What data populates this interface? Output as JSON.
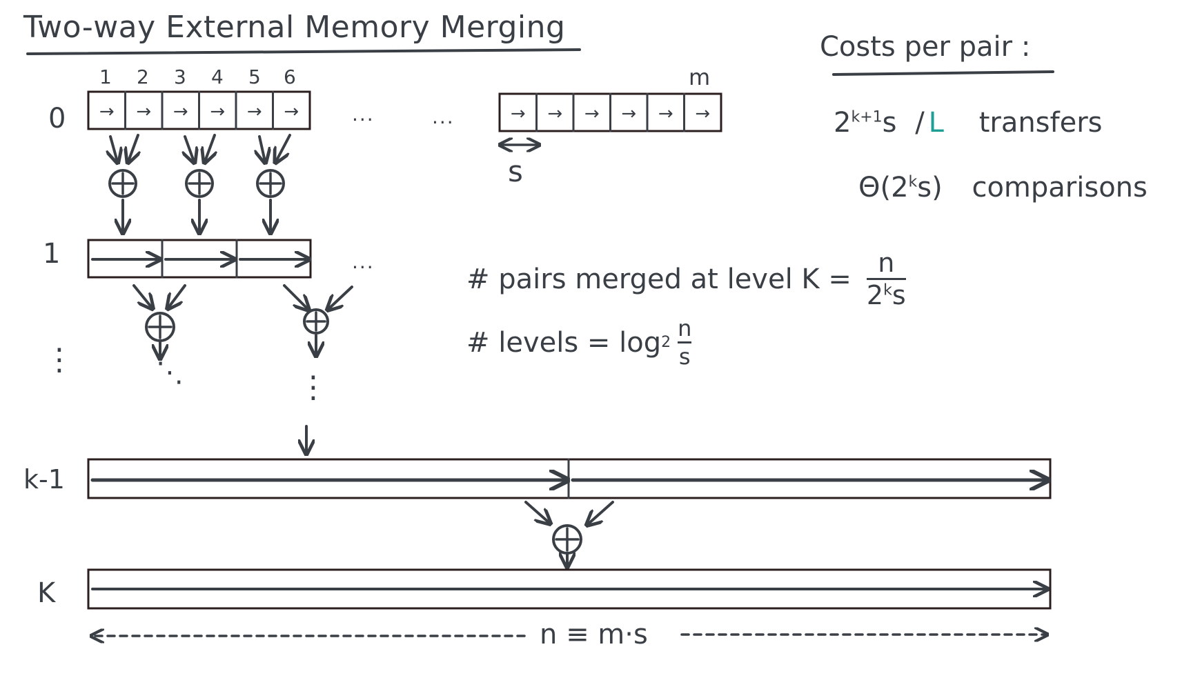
{
  "title": "Two-way External Memory Merging",
  "run_numbers": [
    "1",
    "2",
    "3",
    "4",
    "5",
    "6"
  ],
  "last_run_label": "m",
  "run_cell_glyph": "→",
  "level_labels": {
    "l0": "0",
    "l1": "1",
    "lk1": "k-1",
    "lk": "K"
  },
  "ellipsis": "...",
  "vertical_ellipsis": "⋮",
  "diag_ellipsis": "⋱",
  "merge_symbol": "⊕",
  "size_label": "s",
  "total_label": "n ≡ m·s",
  "costs": {
    "title": "Costs per pair :",
    "transfers_base": "2",
    "transfers_exp": "k+1",
    "transfers_s": "s",
    "slash": "/",
    "transfers_L": "L",
    "transfers_word": "transfers",
    "comparisons_pre": "Θ(2",
    "comparisons_exp": "k",
    "comparisons_post": "s)",
    "comparisons_word": "comparisons"
  },
  "pairs": {
    "lhs": "# pairs merged at level K =",
    "num": "n",
    "den_base": "2",
    "den_exp": "k",
    "den_s": "s"
  },
  "levels": {
    "lhs": "# levels = log",
    "sub": "2",
    "num": "n",
    "den": "s"
  },
  "colors": {
    "ink": "#3a3e45",
    "box_border": "#2b1e1e",
    "accent": "#1f9e95"
  }
}
